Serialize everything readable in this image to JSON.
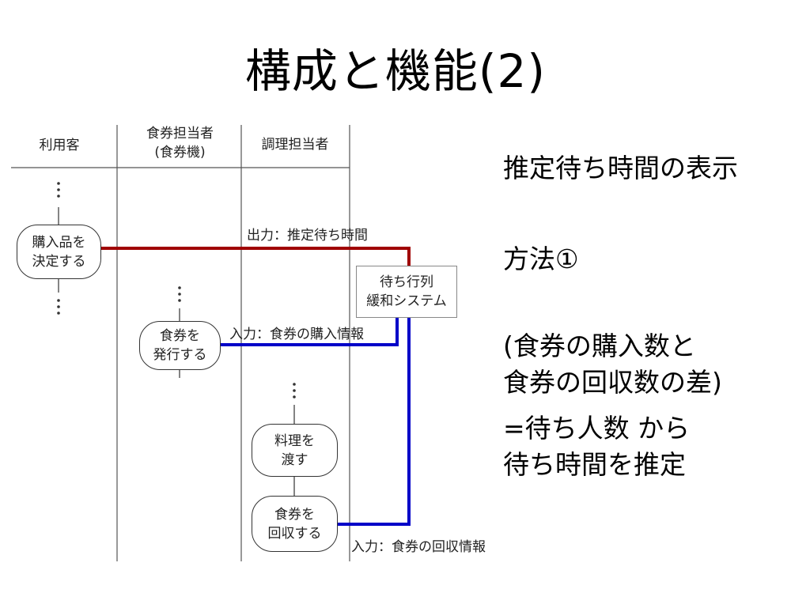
{
  "slide": {
    "title": "構成と機能(2)"
  },
  "lanes": {
    "customer": "利用客",
    "ticket_staff": [
      "食券担当者",
      "(食券機)"
    ],
    "cook": "調理担当者"
  },
  "processes": {
    "decide": [
      "購入品を",
      "決定する"
    ],
    "issue": [
      "食券を",
      "発行する"
    ],
    "hand_over": [
      "料理を",
      "渡す"
    ],
    "collect": [
      "食券を",
      "回収する"
    ]
  },
  "system": {
    "label": [
      "待ち行列",
      "緩和システム"
    ]
  },
  "flows": {
    "output": "出力：推定待ち時間",
    "input_purchase": "入力：食券の購入情報",
    "input_collect": "入力：食券の回収情報"
  },
  "side_text": {
    "heading": "推定待ち時間の表示",
    "method": "方法①",
    "line1": "(食券の購入数と",
    "line2": "食券の回収数の差)",
    "line3": "=待ち人数 から",
    "line4": "待ち時間を推定"
  },
  "colors": {
    "output_line": "#a00000",
    "input_line": "#0000c8",
    "lane_line": "#555555"
  }
}
